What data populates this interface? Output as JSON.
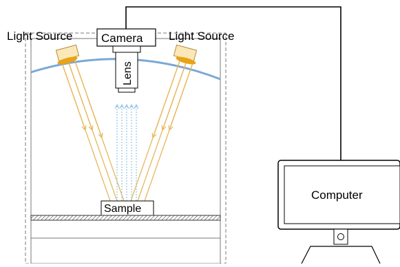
{
  "labels": {
    "light_source_left": "Light Source",
    "light_source_right": "Light Source",
    "camera": "Camera",
    "lens": "Lens",
    "sample": "Sample",
    "computer": "Computer"
  },
  "colors": {
    "line": "#000000",
    "dash": "#777777",
    "dome": "#7aa7d6",
    "light_ray": "#e6b75a",
    "reflected_ray": "#8fc4e6",
    "source_fill": "#fbe8b8",
    "source_lens": "#e8a317",
    "sample_plate": "#555555"
  },
  "icons": {
    "light_source": "lamp-icon",
    "camera": "camera-icon",
    "computer": "monitor-icon"
  }
}
